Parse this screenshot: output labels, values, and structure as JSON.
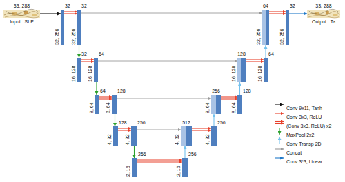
{
  "diagram": {
    "nodes": [
      {
        "text": [
          "33, 288",
          "Input : SLP"
        ]
      },
      {
        "text": [
          "32",
          "32, 256"
        ]
      },
      {
        "text": [
          "32",
          "32, 256"
        ]
      },
      {
        "text": [
          "64",
          "32, 256"
        ]
      },
      {
        "text": [
          "32",
          "32, 256"
        ]
      },
      {
        "text": [
          "33, 288",
          "Output : Ta"
        ]
      },
      {
        "text": [
          "32",
          "16, 128"
        ]
      },
      {
        "text": [
          "64",
          "16, 128"
        ]
      },
      {
        "text": [
          "128",
          "16, 128"
        ]
      },
      {
        "text": [
          "64",
          "16, 128"
        ]
      },
      {
        "text": [
          "64",
          "8, 64"
        ]
      },
      {
        "text": [
          "128",
          "8, 64"
        ]
      },
      {
        "text": [
          "256",
          "8, 64"
        ]
      },
      {
        "text": [
          "128",
          "8, 64"
        ]
      },
      {
        "text": [
          "128",
          "4, 32"
        ]
      },
      {
        "text": [
          "256",
          "4, 32"
        ]
      },
      {
        "text": [
          "512",
          "4, 32"
        ]
      },
      {
        "text": [
          "256",
          "4, 32"
        ]
      },
      {
        "text": [
          "256",
          "2, 16"
        ]
      },
      {
        "text": [
          "256",
          "2, 16"
        ]
      }
    ],
    "edges": [
      {
        "from": 0,
        "to": 1,
        "arrow": "to"
      },
      {
        "from": 1,
        "to": 2,
        "arrow": "to"
      },
      {
        "from": 2,
        "to": 3,
        "arrow": "to"
      },
      {
        "from": 3,
        "to": 4,
        "arrow": "to"
      },
      {
        "from": 4,
        "to": 5,
        "arrow": "to"
      },
      {
        "from": 2,
        "to": 6,
        "arrow": "to"
      },
      {
        "from": 6,
        "to": 7,
        "arrow": "to"
      },
      {
        "from": 7,
        "to": 8,
        "arrow": "to"
      },
      {
        "from": 8,
        "to": 9,
        "arrow": "to"
      },
      {
        "from": 9,
        "to": 3,
        "arrow": "to"
      },
      {
        "from": 7,
        "to": 10,
        "arrow": "to"
      },
      {
        "from": 10,
        "to": 11,
        "arrow": "to"
      },
      {
        "from": 11,
        "to": 12,
        "arrow": "to"
      },
      {
        "from": 12,
        "to": 13,
        "arrow": "to"
      },
      {
        "from": 13,
        "to": 8,
        "arrow": "to"
      },
      {
        "from": 11,
        "to": 14,
        "arrow": "to"
      },
      {
        "from": 14,
        "to": 15,
        "arrow": "to"
      },
      {
        "from": 15,
        "to": 16,
        "arrow": "to"
      },
      {
        "from": 16,
        "to": 17,
        "arrow": "to"
      },
      {
        "from": 17,
        "to": 12,
        "arrow": "to"
      },
      {
        "from": 15,
        "to": 18,
        "arrow": "to"
      },
      {
        "from": 18,
        "to": 19,
        "arrow": "to"
      },
      {
        "from": 19,
        "to": 16,
        "arrow": "to"
      }
    ],
    "legend": [
      {
        "text": "Conv 9x11, Tanh"
      },
      {
        "text": "Conv 3x3, ReLU"
      },
      {
        "text": "(Conv 3x3, ReLU) x2"
      },
      {
        "text": "MaxPool 2x2"
      },
      {
        "text": "Conv Transp 2D"
      },
      {
        "text": "Concat"
      },
      {
        "text": "Conv 3*3, Linear"
      }
    ]
  }
}
